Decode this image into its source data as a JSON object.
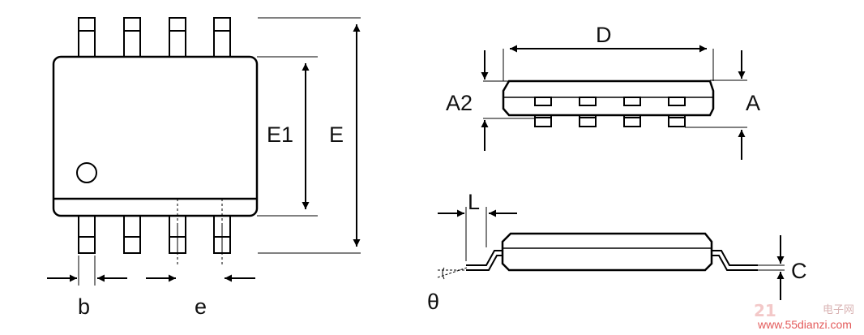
{
  "diagram": {
    "labels": {
      "D": "D",
      "A2": "A2",
      "A": "A",
      "E1": "E1",
      "E": "E",
      "b": "b",
      "e": "e",
      "L": "L",
      "C": "C",
      "theta": "θ"
    },
    "watermark": {
      "site": "www.55dianzi.com",
      "brand": "电子网",
      "mark": "21"
    }
  }
}
